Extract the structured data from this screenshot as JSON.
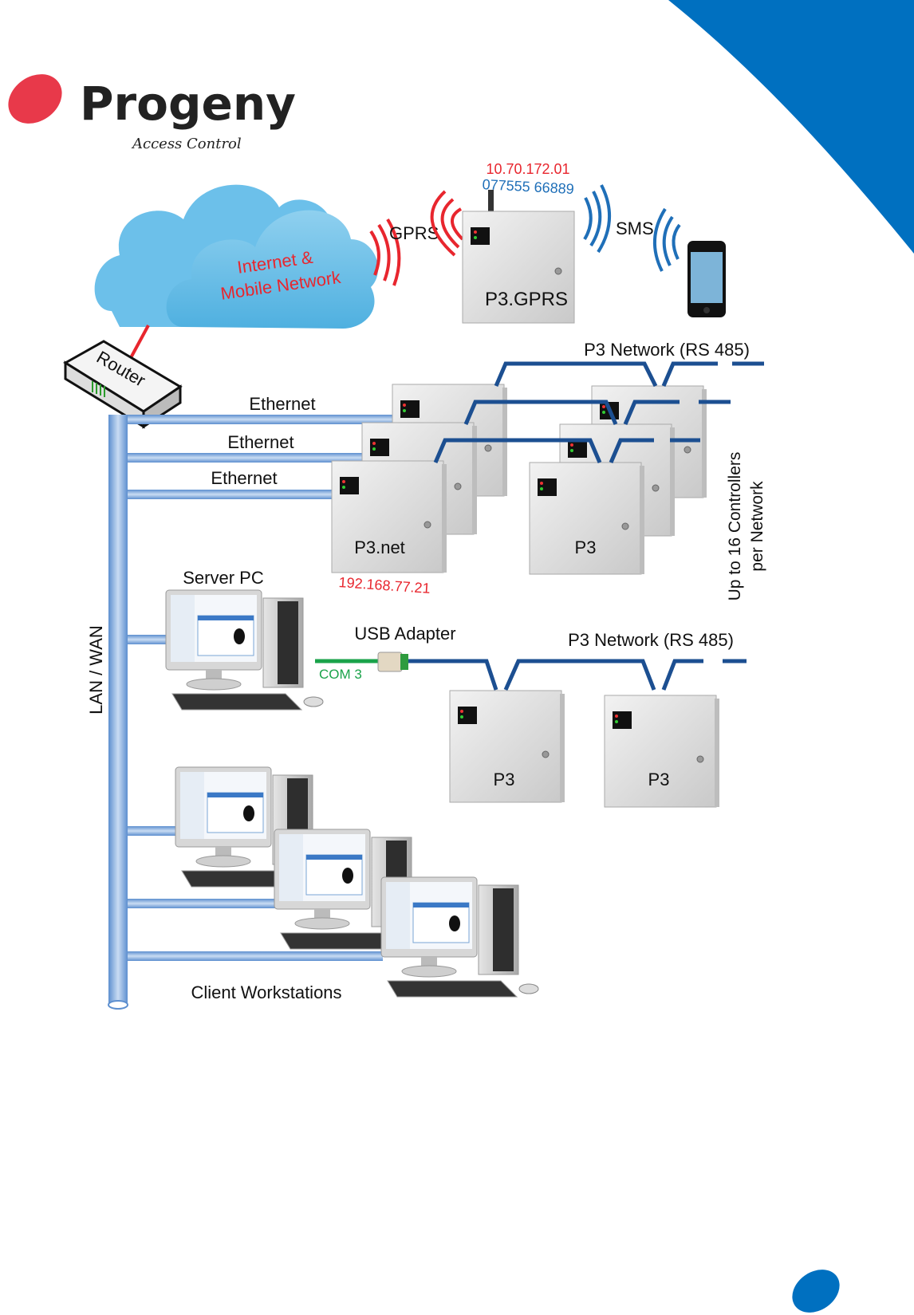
{
  "brand": {
    "name": "Progeny",
    "tagline": "Access Control",
    "logo_color": "#e8394a",
    "accent_color": "#0070c0"
  },
  "cloud": {
    "line1": "Internet &",
    "line2": "Mobile Network",
    "text_color": "#e8262e"
  },
  "gprs": {
    "label": "GPRS",
    "device": "P3.GPRS",
    "ip": "10.70.172.01",
    "phone": "077555 66889",
    "ip_color": "#e8262e",
    "phone_color": "#1f6fb8"
  },
  "sms": {
    "label": "SMS"
  },
  "router": {
    "label": "Router"
  },
  "lan": {
    "label": "LAN / WAN"
  },
  "ethernet": {
    "labels": [
      "Ethernet",
      "Ethernet",
      "Ethernet"
    ]
  },
  "rs485_top": {
    "label": "P3 Network (RS 485)"
  },
  "rs485_bottom": {
    "label": "P3 Network (RS 485)"
  },
  "controllers": {
    "net_device": "P3.net",
    "net_ip": "192.168.77.21",
    "p3_label": "P3",
    "note_line1": "Up to 16 Controllers",
    "note_line2": "per Network"
  },
  "server": {
    "label": "Server PC",
    "usb_label": "USB Adapter",
    "com_label": "COM 3",
    "com_color": "#1aa34a"
  },
  "bottom_controllers": [
    "P3",
    "P3"
  ],
  "clients": {
    "label": "Client Workstations"
  }
}
